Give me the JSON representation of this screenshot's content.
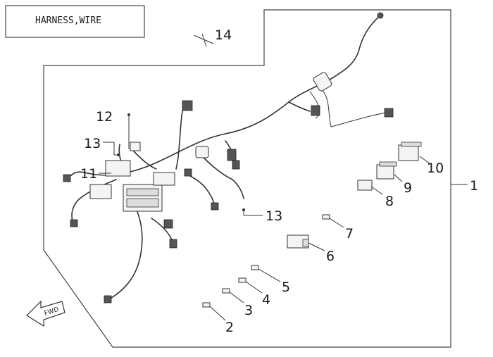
{
  "title": "HARNESS,WIRE",
  "callouts": [
    {
      "id": "1",
      "label": "1"
    },
    {
      "id": "2",
      "label": "2"
    },
    {
      "id": "3",
      "label": "3"
    },
    {
      "id": "4",
      "label": "4"
    },
    {
      "id": "5",
      "label": "5"
    },
    {
      "id": "6",
      "label": "6"
    },
    {
      "id": "7",
      "label": "7"
    },
    {
      "id": "8",
      "label": "8"
    },
    {
      "id": "9",
      "label": "9"
    },
    {
      "id": "10",
      "label": "10"
    },
    {
      "id": "11",
      "label": "11"
    },
    {
      "id": "12",
      "label": "12"
    },
    {
      "id": "13a",
      "label": "13"
    },
    {
      "id": "13b",
      "label": "13"
    },
    {
      "id": "14",
      "label": "14"
    }
  ],
  "fwd_arrow": {
    "icon": "fwd-arrow-icon",
    "label": "FWD"
  }
}
